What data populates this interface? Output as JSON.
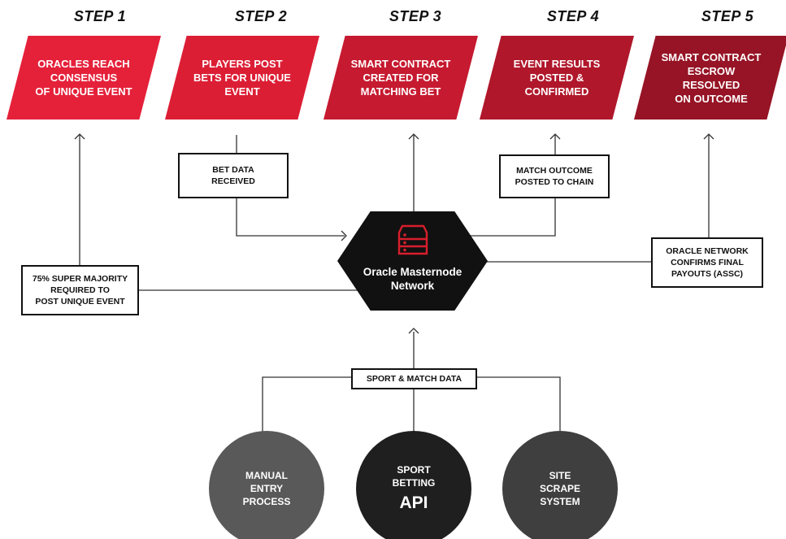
{
  "steps": [
    {
      "label": "STEP 1",
      "text": "ORACLES REACH\nCONSENSUS\nOF UNIQUE EVENT",
      "color": "#e5213a"
    },
    {
      "label": "STEP 2",
      "text": "PLAYERS POST\nBETS FOR UNIQUE\nEVENT",
      "color": "#dc1e35"
    },
    {
      "label": "STEP 3",
      "text": "SMART CONTRACT\nCREATED FOR\nMATCHING BET",
      "color": "#c61a30"
    },
    {
      "label": "STEP 4",
      "text": "EVENT RESULTS\nPOSTED &\nCONFIRMED",
      "color": "#b0172b"
    },
    {
      "label": "STEP 5",
      "text": "SMART CONTRACT\nESCROW RESOLVED\nON OUTCOME",
      "color": "#961425"
    }
  ],
  "boxes": {
    "bet_data": "BET DATA\nRECEIVED",
    "match_outcome": "MATCH OUTCOME\nPOSTED TO CHAIN",
    "super_majority": "75% SUPER MAJORITY\nREQUIRED TO\nPOST UNIQUE EVENT",
    "oracle_confirms": "ORACLE NETWORK\nCONFIRMS FINAL\nPAYOUTS (ASSC)",
    "sport_match": "SPORT & MATCH DATA"
  },
  "center": {
    "title": "Oracle Masternode\nNetwork",
    "icon": "server-icon"
  },
  "sources": [
    {
      "name": "MANUAL\nENTRY\nPROCESS",
      "big": "",
      "color": "#595959"
    },
    {
      "name": "SPORT\nBETTING",
      "big": "API",
      "color": "#1f1f1f"
    },
    {
      "name": "SITE\nSCRAPE\nSYSTEM",
      "big": "",
      "color": "#3f3f3f"
    }
  ],
  "colors": {
    "icon_red": "#d81e2c",
    "line": "#333333"
  }
}
